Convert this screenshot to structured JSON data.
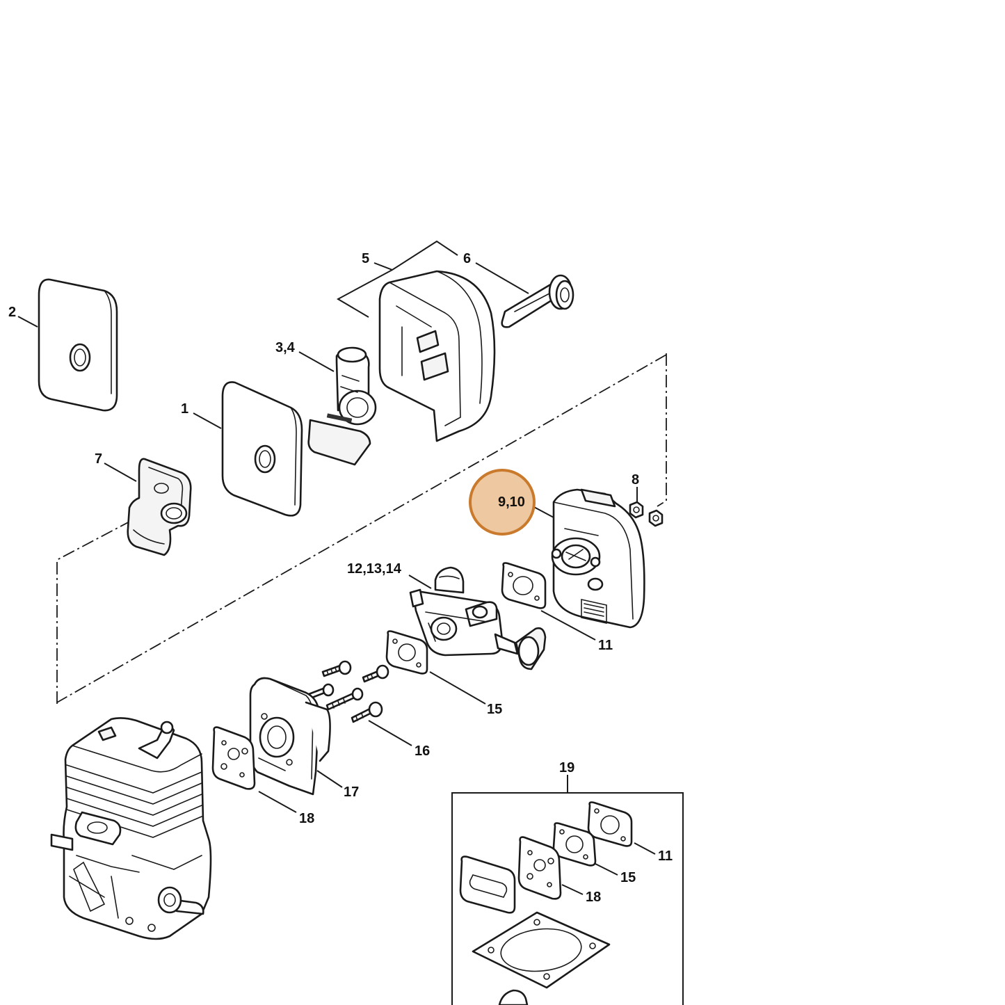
{
  "labels": {
    "p1": "1",
    "p2": "2",
    "p3_4": "3,4",
    "p5": "5",
    "p6": "6",
    "p7": "7",
    "p8": "8",
    "p9_10": "9,10",
    "p11": "11",
    "p11_kit": "11",
    "p12_13_14": "12,13,14",
    "p15": "15",
    "p15_kit": "15",
    "p16": "16",
    "p17": "17",
    "p18": "18",
    "p18_kit": "18",
    "p19": "19"
  },
  "colors": {
    "highlight_fill": "#eec8a0",
    "highlight_stroke": "#c97a2c",
    "line": "#1a1a1a"
  }
}
